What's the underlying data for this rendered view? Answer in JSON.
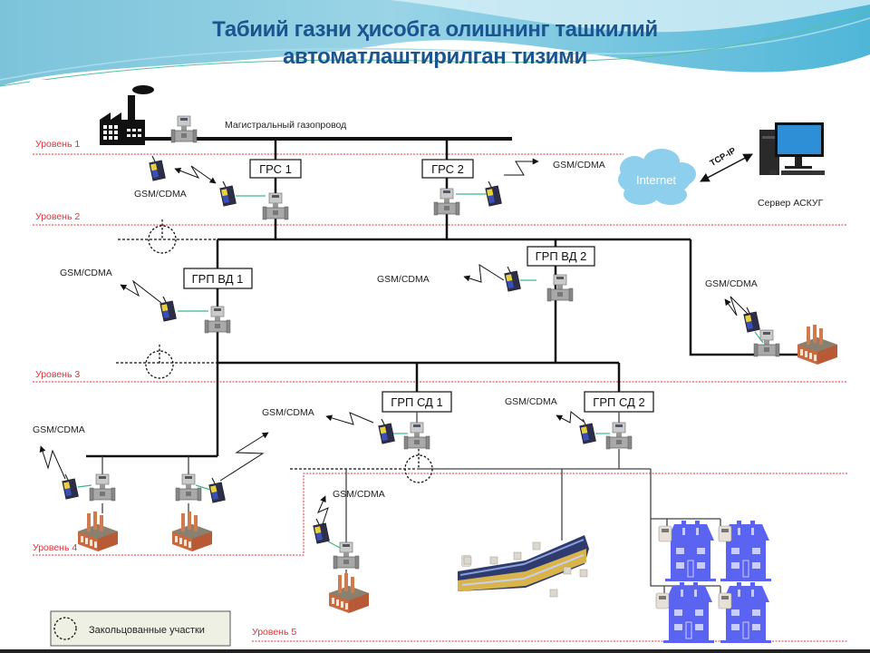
{
  "title": {
    "line1": "Табиий газни ҳисобга олишнинг ташкилий",
    "line2": "автоматлаштирилган тизими"
  },
  "colors": {
    "title": "#1a5590",
    "level_line": "#e0303a",
    "pipe": "#111111",
    "link": "#3cb88a",
    "house": "#5a64f0",
    "cloud": "#8fcfee",
    "legend_bg": "#eef0e4"
  },
  "main_pipeline_label": "Магистральный газопровод",
  "levels": [
    {
      "label": "Уровень 1"
    },
    {
      "label": "Уровень 2"
    },
    {
      "label": "Уровень 3"
    },
    {
      "label": "Уровень 4"
    },
    {
      "label": "Уровень 5"
    }
  ],
  "stations": {
    "grs1": "ГРС 1",
    "grs2": "ГРС 2",
    "grp_vd1": "ГРП ВД 1",
    "grp_vd2": "ГРП ВД 2",
    "grp_sd1": "ГРП СД 1",
    "grp_sd2": "ГРП СД 2"
  },
  "gsm_label": "GSM/CDMA",
  "gsm_labels": [
    "GSM/CDMA",
    "GSM/CDMA",
    "GSM/CDMA",
    "GSM/CDMA",
    "GSM/CDMA",
    "GSM/CDMA",
    "GSM/CDMA",
    "GSM/CDMA",
    "GSM/CDMA"
  ],
  "network": {
    "internet_label": "Internet",
    "protocol_label": "TCP-IP",
    "server_label": "Сервер АСКУГ"
  },
  "legend": {
    "looped_sections_label": "Закольцованные участки"
  }
}
